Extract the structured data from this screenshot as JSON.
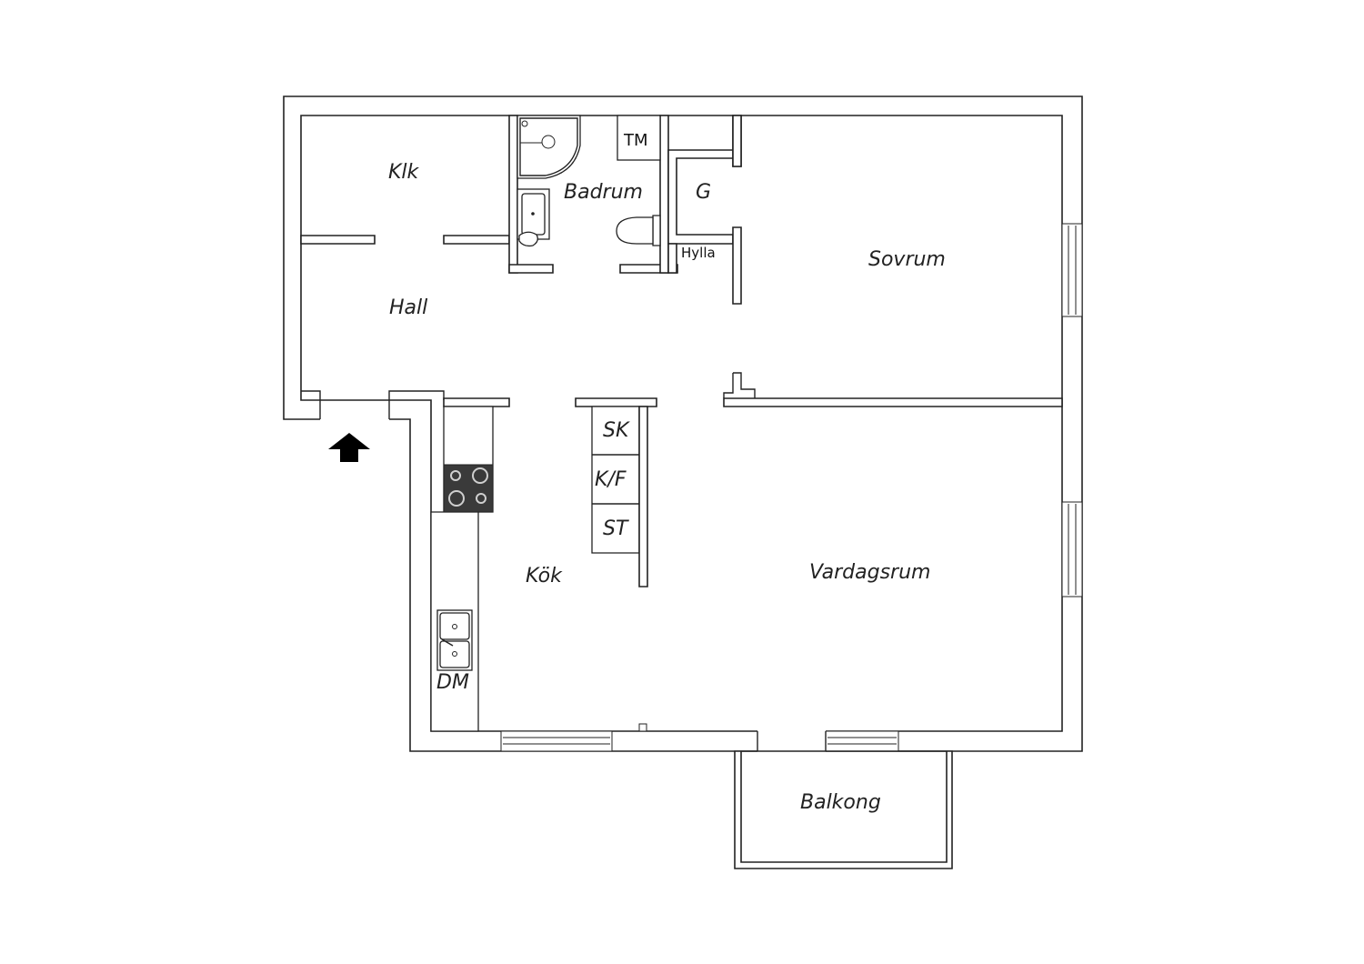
{
  "plan": {
    "rooms": {
      "klk": "Klk",
      "badrum": "Badrum",
      "g": "G",
      "hylla": "Hylla",
      "sovrum": "Sovrum",
      "hall": "Hall",
      "kok": "Kök",
      "vardagsrum": "Vardagsrum",
      "balkong": "Balkong"
    },
    "fixtures": {
      "tm": "TM",
      "sk": "SK",
      "kf": "K/F",
      "st": "ST",
      "dm": "DM"
    },
    "entrance_icon": "arrow-up-icon",
    "colors": {
      "line": "#222222",
      "stove": "#3a3a3a",
      "background": "#ffffff"
    }
  }
}
